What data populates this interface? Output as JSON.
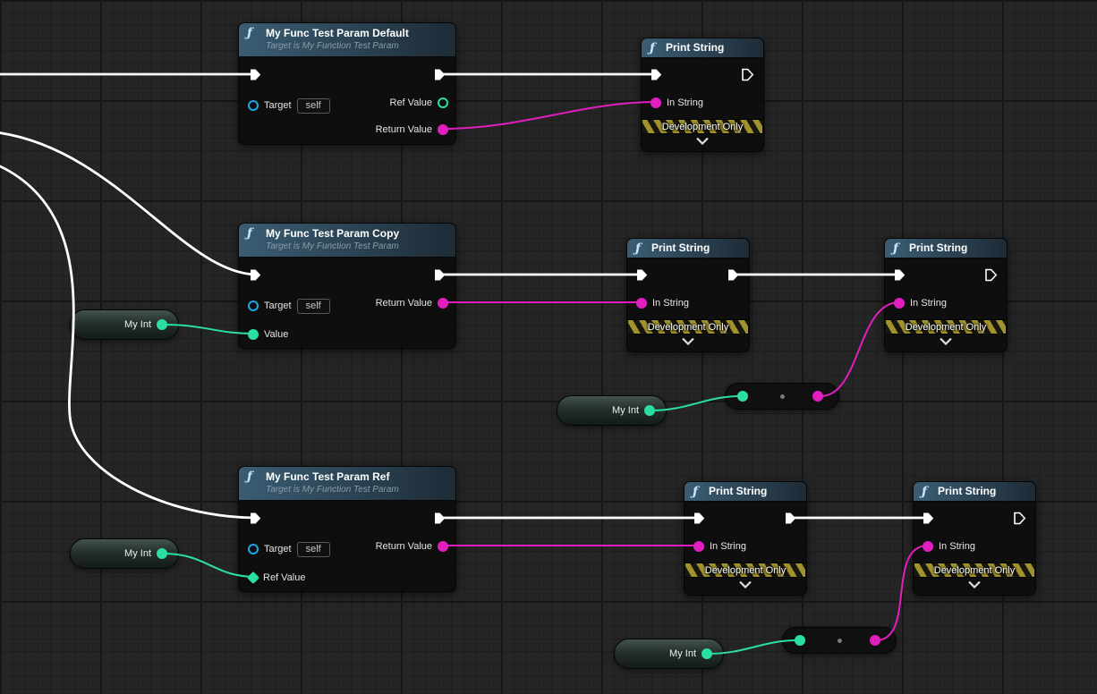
{
  "canvas": {
    "background": "#252525"
  },
  "colors": {
    "exec": "#ffffff",
    "string": "#e01fbe",
    "int": "#2bdfa2",
    "object": "#1ba6e8",
    "banner_stripe": "#a0932d",
    "banner_dark": "#17170e",
    "header_blue": "#3a5d74"
  },
  "function_nodes": {
    "default": {
      "title": "My Func Test Param Default",
      "subtitle": "Target is My Function Test Param"
    },
    "copy": {
      "title": "My Func Test Param Copy",
      "subtitle": "Target is My Function Test Param"
    },
    "ref": {
      "title": "My Func Test Param Ref",
      "subtitle": "Target is My Function Test Param"
    }
  },
  "labels": {
    "function_icon": "ƒ",
    "print_string": "Print String",
    "in_string": "In String",
    "development_only": "Development Only",
    "target": "Target",
    "self": "self",
    "value": "Value",
    "ref_value": "Ref Value",
    "return_value": "Return Value",
    "my_int": "My Int"
  }
}
